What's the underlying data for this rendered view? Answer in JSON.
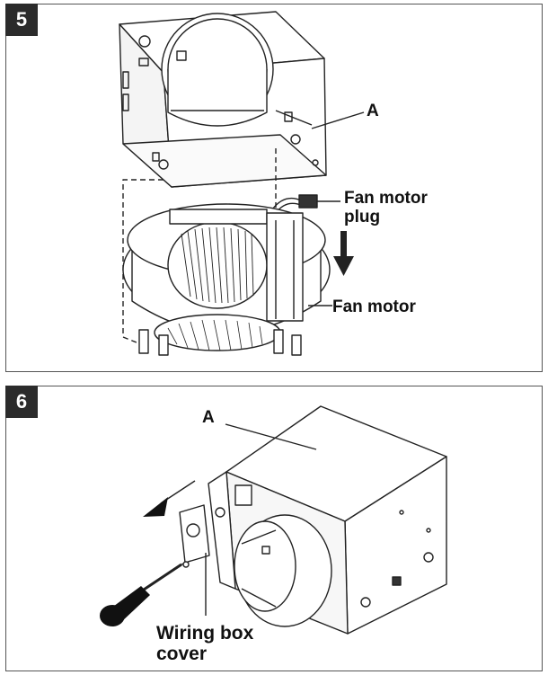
{
  "step5": {
    "number": "5",
    "label_a": "A",
    "label_plug_line1": "Fan motor",
    "label_plug_line2": "plug",
    "label_motor": "Fan motor"
  },
  "step6": {
    "number": "6",
    "label_a": "A",
    "label_cover_line1": "Wiring box",
    "label_cover_line2": "cover"
  },
  "icons": [
    "down-arrow-icon",
    "left-arrow-icon",
    "screwdriver-icon",
    "screw-icon"
  ]
}
